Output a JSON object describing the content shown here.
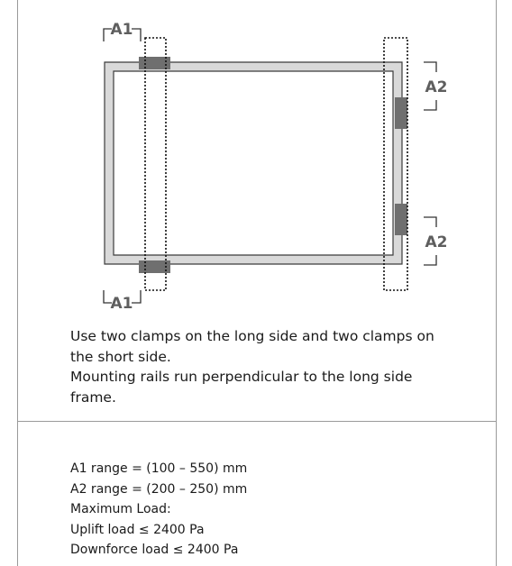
{
  "diagram": {
    "labels": {
      "a1_top": "A1",
      "a1_bottom": "A1",
      "a2_top": "A2",
      "a2_bottom": "A2"
    },
    "colors": {
      "frame_fill": "#d9d9d9",
      "frame_stroke": "#3c3c3c",
      "clamp": "#6f6f6f",
      "label": "#5e5e5e"
    }
  },
  "description": {
    "line1": "Use two clamps on the long side and two clamps on the short side.",
    "line2": "Mounting rails run perpendicular to the long side frame."
  },
  "specs": {
    "a1_range": "A1 range = (100 – 550) mm",
    "a2_range": "A2 range = (200 – 250) mm",
    "max_load": "Maximum Load:",
    "uplift": "Uplift load ≤ 2400 Pa",
    "downforce": "Downforce load ≤ 2400 Pa"
  }
}
